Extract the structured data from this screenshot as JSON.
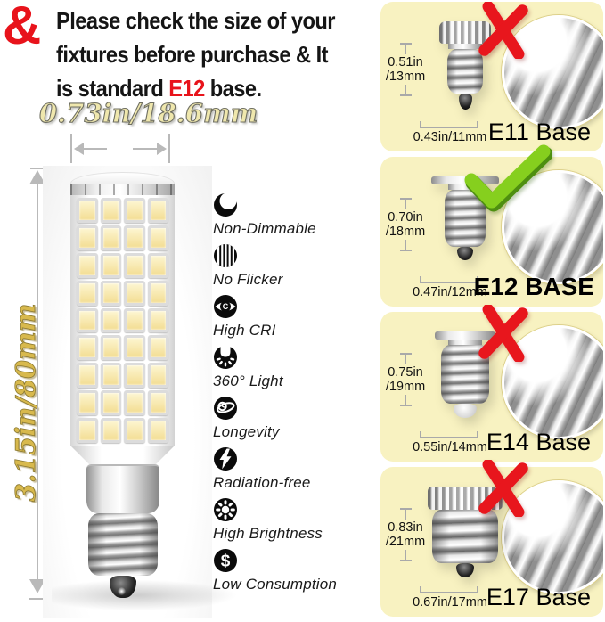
{
  "title": {
    "ampersand": "&",
    "line1": "Please check the size of your",
    "line2": "fixtures before purchase & It",
    "line3_prefix": "is standard ",
    "line3_highlight": "E12",
    "line3_suffix": " base."
  },
  "bulb": {
    "width_label": "0.73in/18.6mm",
    "height_label": "3.15in/80mm"
  },
  "features": [
    {
      "icon": "dimmer-icon",
      "label": "Non-Dimmable"
    },
    {
      "icon": "flicker-stripes-icon",
      "label": "No Flicker"
    },
    {
      "icon": "eye-cri-icon",
      "label": "High CRI"
    },
    {
      "icon": "beam-360-icon",
      "label": "360° Light"
    },
    {
      "icon": "clock-longevity-icon",
      "label": "Longevity"
    },
    {
      "icon": "lightning-icon",
      "label": "Radiation-free"
    },
    {
      "icon": "brightness-sun-icon",
      "label": "High Brightness"
    },
    {
      "icon": "dollar-icon",
      "label": "Low Consumption"
    }
  ],
  "bases": [
    {
      "label": "E11 Base",
      "mark": "cross",
      "height_in": "0.51in",
      "height_mm": "/13mm",
      "width_label": "0.43in/11mm"
    },
    {
      "label": "E12 BASE",
      "mark": "check",
      "height_in": "0.70in",
      "height_mm": "/18mm",
      "width_label": "0.47in/12mm"
    },
    {
      "label": "E14 Base",
      "mark": "cross",
      "height_in": "0.75in",
      "height_mm": "/19mm",
      "width_label": "0.55in/14mm"
    },
    {
      "label": "E17 Base",
      "mark": "cross",
      "height_in": "0.83in",
      "height_mm": "/21mm",
      "width_label": "0.67in/17mm"
    }
  ],
  "colors": {
    "accent_red": "#e8131b",
    "check_green": "#86cf1e",
    "card_bg": "#f8f2c1",
    "gold_dark": "#d8b94d",
    "gold_light": "#efe7ad",
    "measure_gray": "#b9b9b9"
  }
}
